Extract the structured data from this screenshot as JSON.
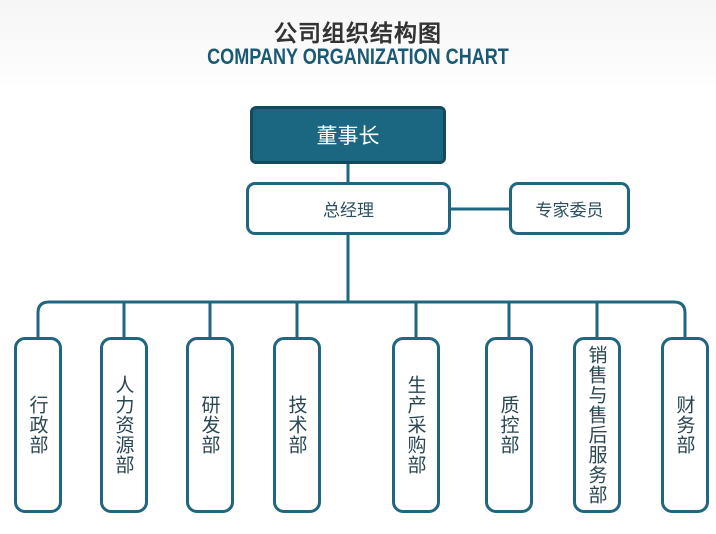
{
  "header": {
    "title_cn": "公司组织结构图",
    "title_en": "COMPANY ORGANIZATION CHART"
  },
  "org": {
    "chairman": "董事长",
    "general_manager": "总经理",
    "expert_committee": "专家委员",
    "departments": [
      "行政部",
      "人力资源部",
      "研发部",
      "技术部",
      "生产采购部",
      "质控部",
      "销售与售后服务部",
      "财务部"
    ]
  },
  "colors": {
    "primary": "#1f6680",
    "title_en": "#1a5a74",
    "title_cn": "#333333"
  }
}
